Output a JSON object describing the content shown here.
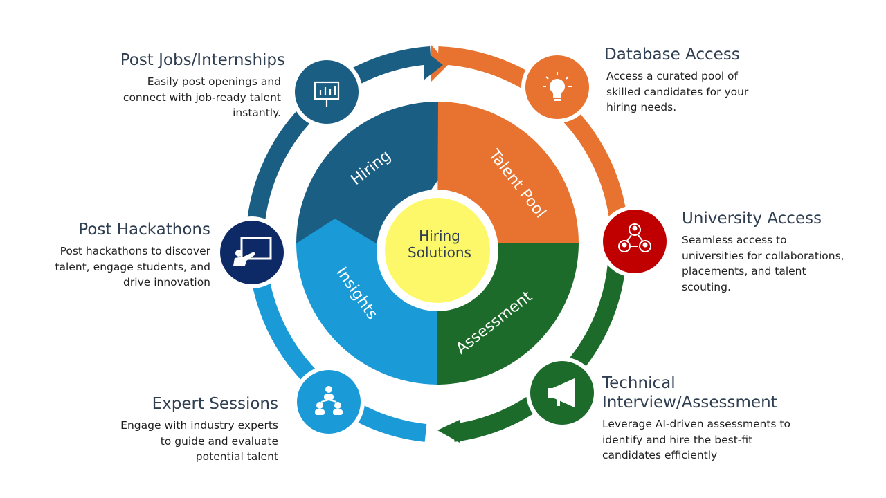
{
  "center": {
    "line1": "Hiring",
    "line2": "Solutions"
  },
  "segments": [
    {
      "label": "Hiring",
      "color": "#1b5e83"
    },
    {
      "label": "Talent Pool",
      "color": "#e8722f"
    },
    {
      "label": "Assessment",
      "color": "#1d6b2a"
    },
    {
      "label": "Insights",
      "color": "#1a9ad6"
    }
  ],
  "colors": {
    "center_fill": "#fdf86a",
    "db_icon": "#e8722f",
    "uni_icon": "#c00000",
    "tech_icon": "#1d6b2a",
    "expert_icon": "#1a9ad6",
    "hack_icon": "#0e2a66",
    "jobs_icon": "#1b5e83"
  },
  "blocks": {
    "jobs": {
      "title": "Post Jobs/Internships",
      "line1": "Easily post openings and",
      "line2": "connect with job-ready talent",
      "line3": "instantly.",
      "icon": "presentation-chart-icon"
    },
    "hackathons": {
      "title": "Post Hackathons",
      "line1": "Post hackathons to discover",
      "line2": "talent, engage students, and",
      "line3": "drive innovation",
      "icon": "teacher-board-icon"
    },
    "expert": {
      "title": "Expert Sessions",
      "line1": "Engage with industry experts",
      "line2": "to guide and evaluate",
      "line3": "potential talent",
      "icon": "team-hierarchy-icon"
    },
    "database": {
      "title": "Database Access",
      "line1": "Access a curated pool of",
      "line2": "skilled candidates for your",
      "line3": "hiring needs.",
      "icon": "lightbulb-icon"
    },
    "university": {
      "title": "University Access",
      "line1": "Seamless access to",
      "line2": "universities for collaborations,",
      "line3": "placements, and talent",
      "line4": "scouting.",
      "icon": "network-people-icon"
    },
    "technical": {
      "title1": "Technical",
      "title2": "Interview/Assessment",
      "line1": "Leverage AI-driven assessments to",
      "line2": "identify and hire the best-fit",
      "line3": "candidates efficiently",
      "icon": "megaphone-icon"
    }
  }
}
